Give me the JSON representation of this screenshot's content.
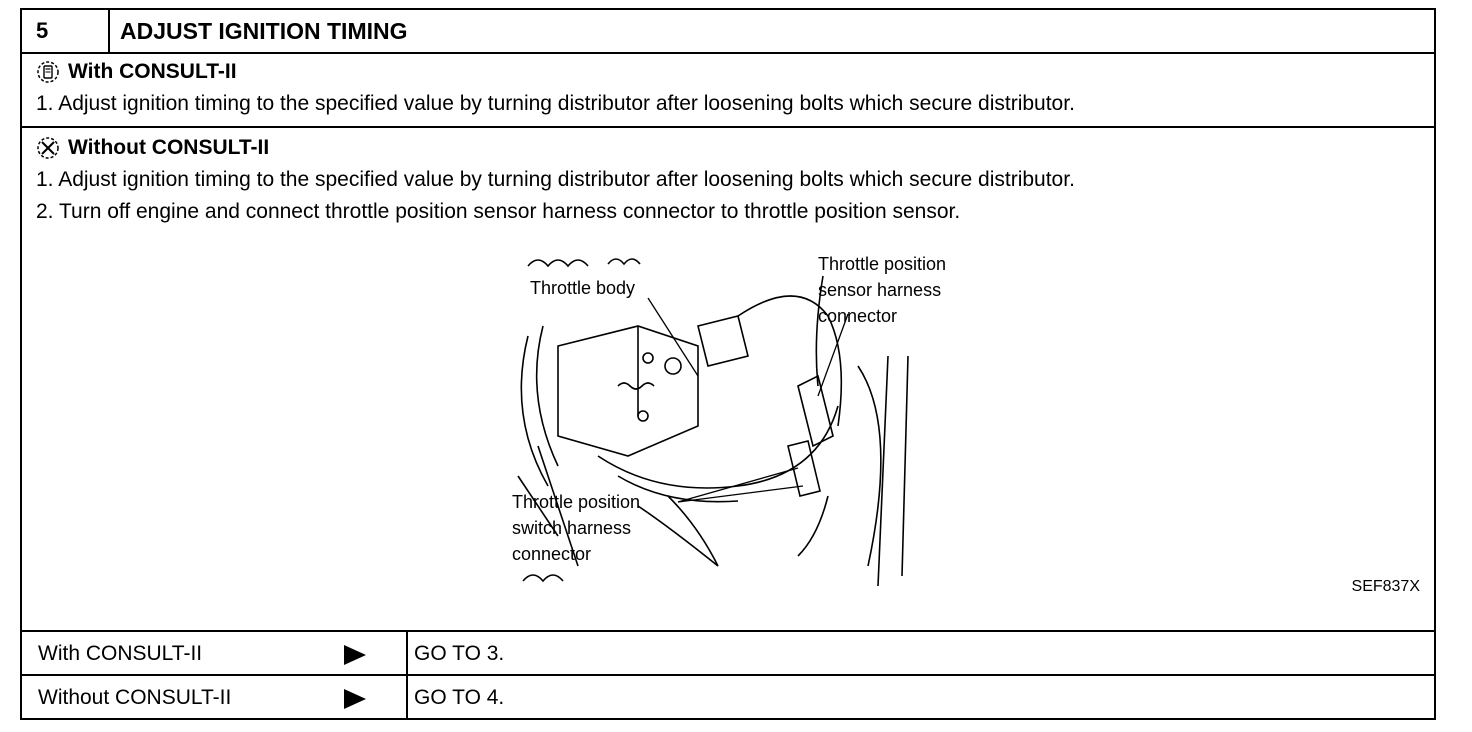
{
  "header": {
    "step_number": "5",
    "title": "ADJUST IGNITION TIMING"
  },
  "with_consult": {
    "heading": "With CONSULT-II",
    "steps": [
      "1.  Adjust ignition timing to the specified value by turning distributor after loosening bolts which secure distributor."
    ]
  },
  "without_consult": {
    "heading": "Without CONSULT-II",
    "steps": [
      "1.  Adjust ignition timing to the specified value by turning distributor after loosening bolts which secure distributor.",
      "2.  Turn off engine and connect throttle position sensor harness connector to throttle position sensor."
    ]
  },
  "figure": {
    "labels": {
      "throttle_body": "Throttle body",
      "tps_line1": "Throttle position",
      "tps_line2": "sensor harness",
      "tps_line3": "connector",
      "tpsw_line1": "Throttle position",
      "tpsw_line2": "switch harness",
      "tpsw_line3": "connector"
    },
    "id": "SEF837X"
  },
  "navigation": [
    {
      "condition": "With CONSULT-II",
      "action": "GO TO 3."
    },
    {
      "condition": "Without CONSULT-II",
      "action": "GO TO 4."
    }
  ]
}
